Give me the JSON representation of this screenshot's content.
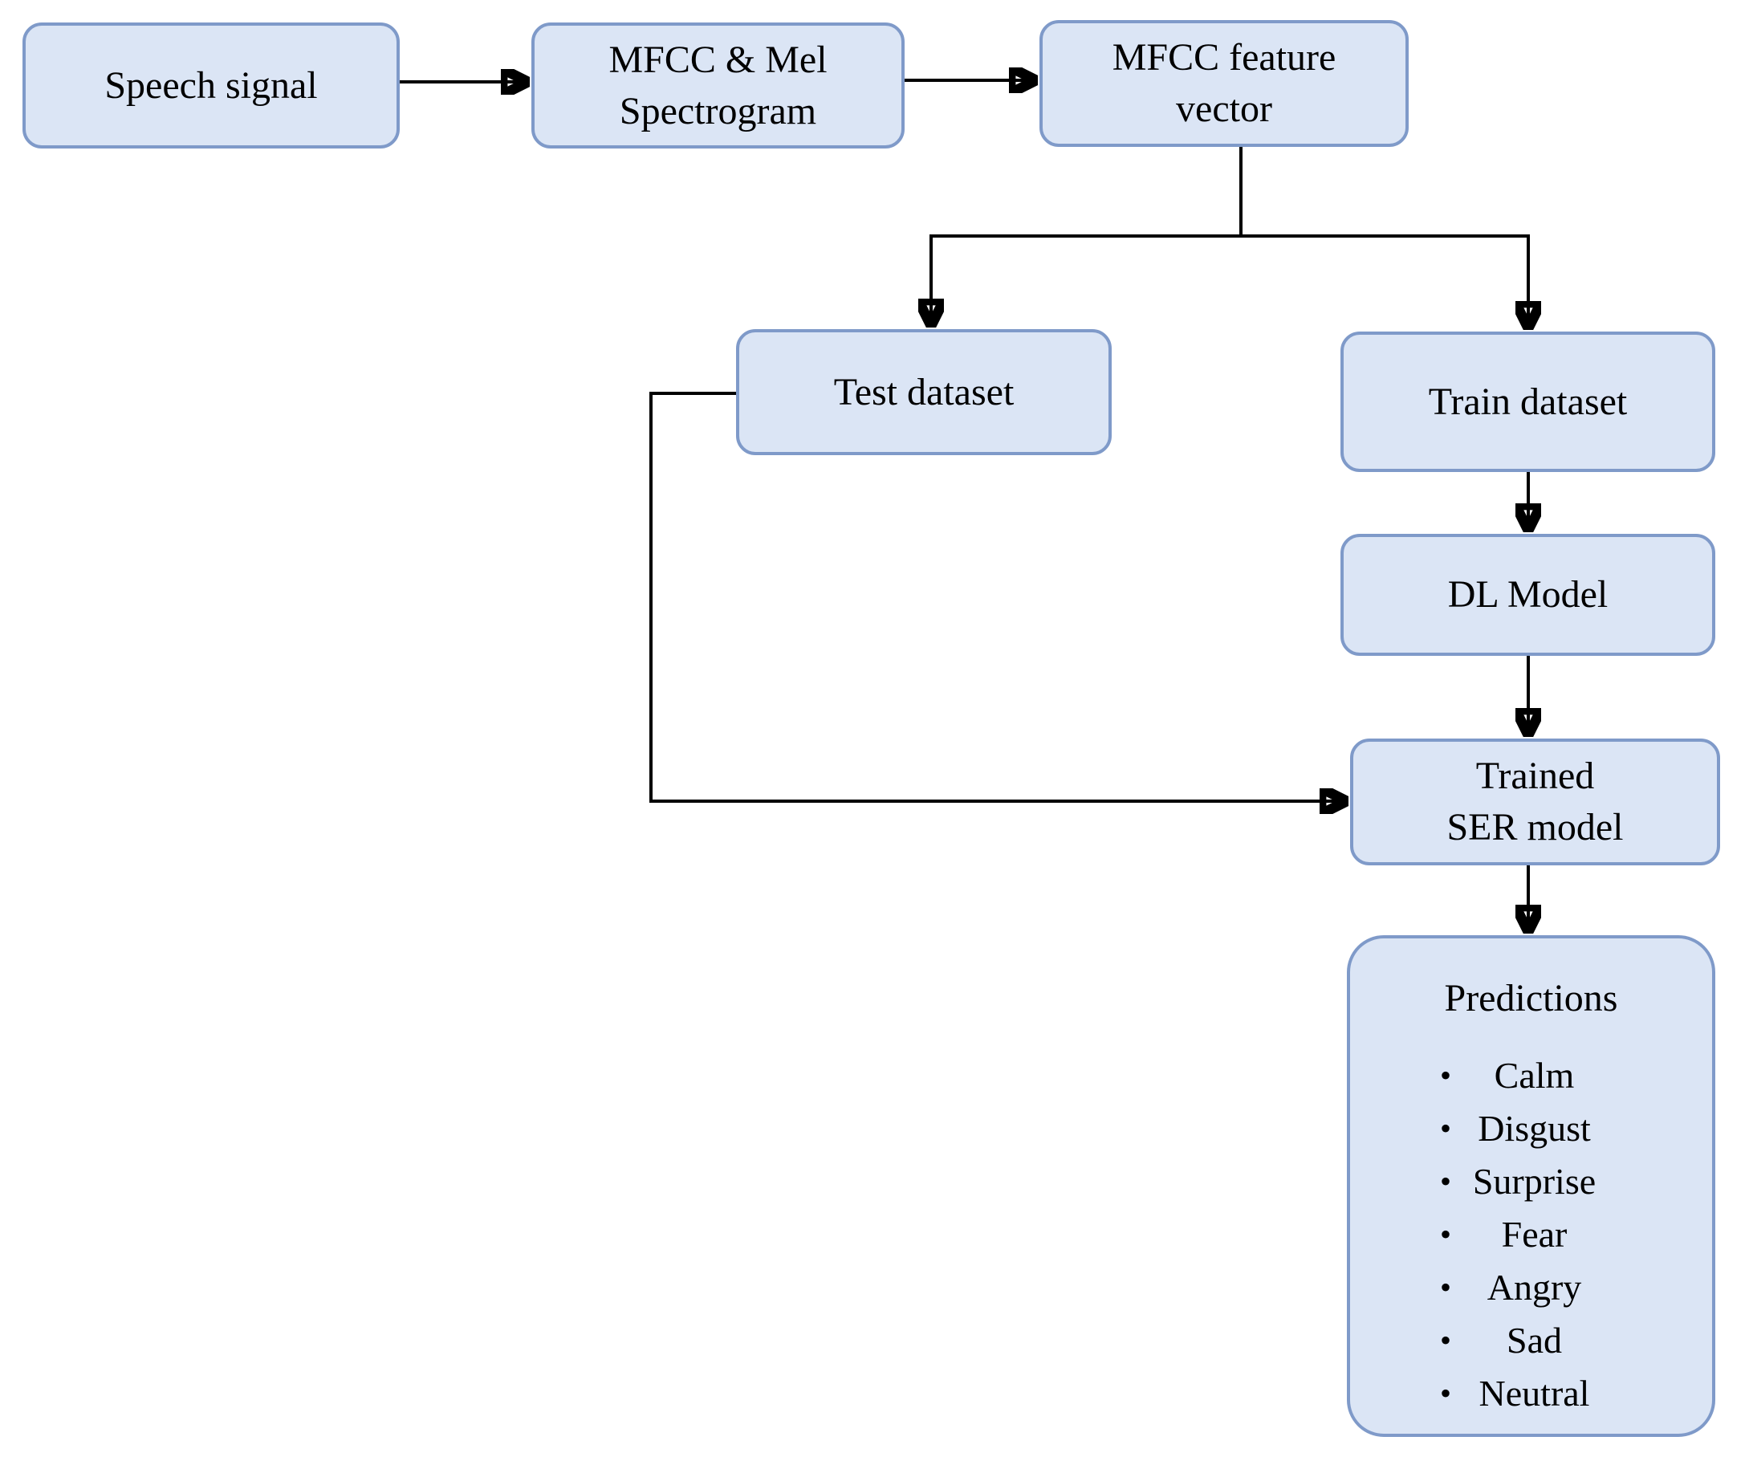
{
  "nodes": {
    "speech_signal": {
      "label": "Speech signal"
    },
    "mfcc_mel": {
      "label": "MFCC & Mel\nSpectrogram"
    },
    "mfcc_vector": {
      "label": "MFCC feature\nvector"
    },
    "test_dataset": {
      "label": "Test dataset"
    },
    "train_dataset": {
      "label": "Train dataset"
    },
    "dl_model": {
      "label": "DL Model"
    },
    "trained_ser": {
      "label": "Trained\nSER model"
    },
    "predictions": {
      "title": "Predictions",
      "bullet_char": "•",
      "items": [
        "Calm",
        "Disgust",
        "Surprise",
        "Fear",
        "Angry",
        "Sad",
        "Neutral"
      ]
    }
  },
  "colors": {
    "node_fill": "#dbe5f5",
    "node_border": "#7f9ac9",
    "connector": "#000000",
    "text": "#000000",
    "background": "#ffffff"
  }
}
